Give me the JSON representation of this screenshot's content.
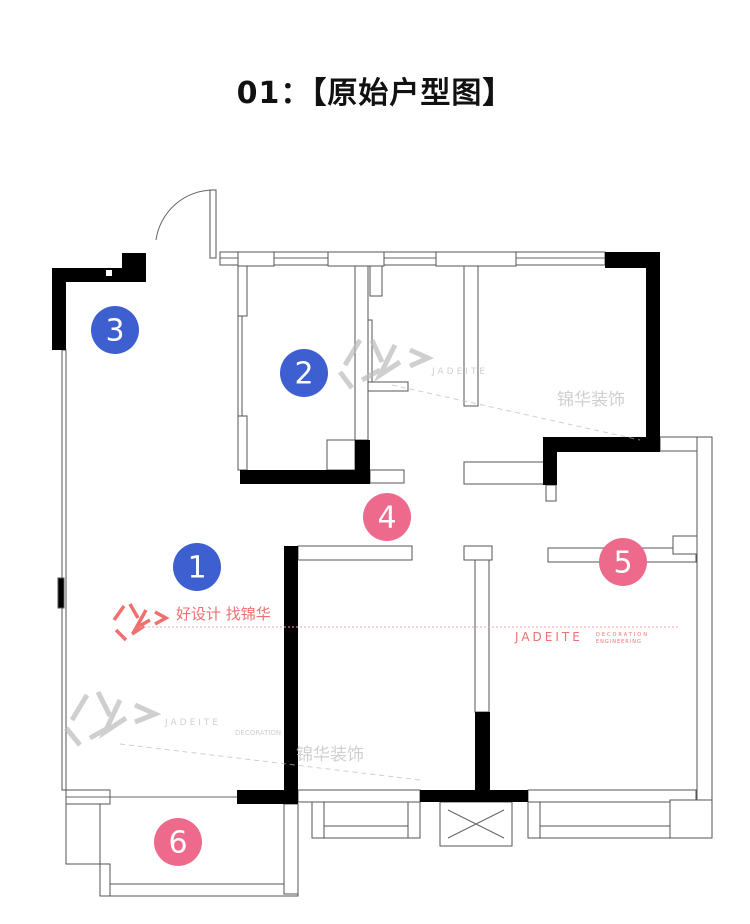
{
  "title": "01：【原始户型图】",
  "markers": [
    {
      "label": "1",
      "color": "#3d5fd0"
    },
    {
      "label": "2",
      "color": "#3d5fd0"
    },
    {
      "label": "3",
      "color": "#3d5fd0"
    },
    {
      "label": "4",
      "color": "#ee6a8c"
    },
    {
      "label": "5",
      "color": "#ee6a8c"
    },
    {
      "label": "6",
      "color": "#ee6a8c"
    }
  ],
  "watermark": {
    "brand_en": "JADEITE",
    "brand_sub1": "DECORATION",
    "brand_sub2": "ENGINEERING",
    "brand_cn": "锦华装饰",
    "slogan": "好设计 找锦华"
  }
}
